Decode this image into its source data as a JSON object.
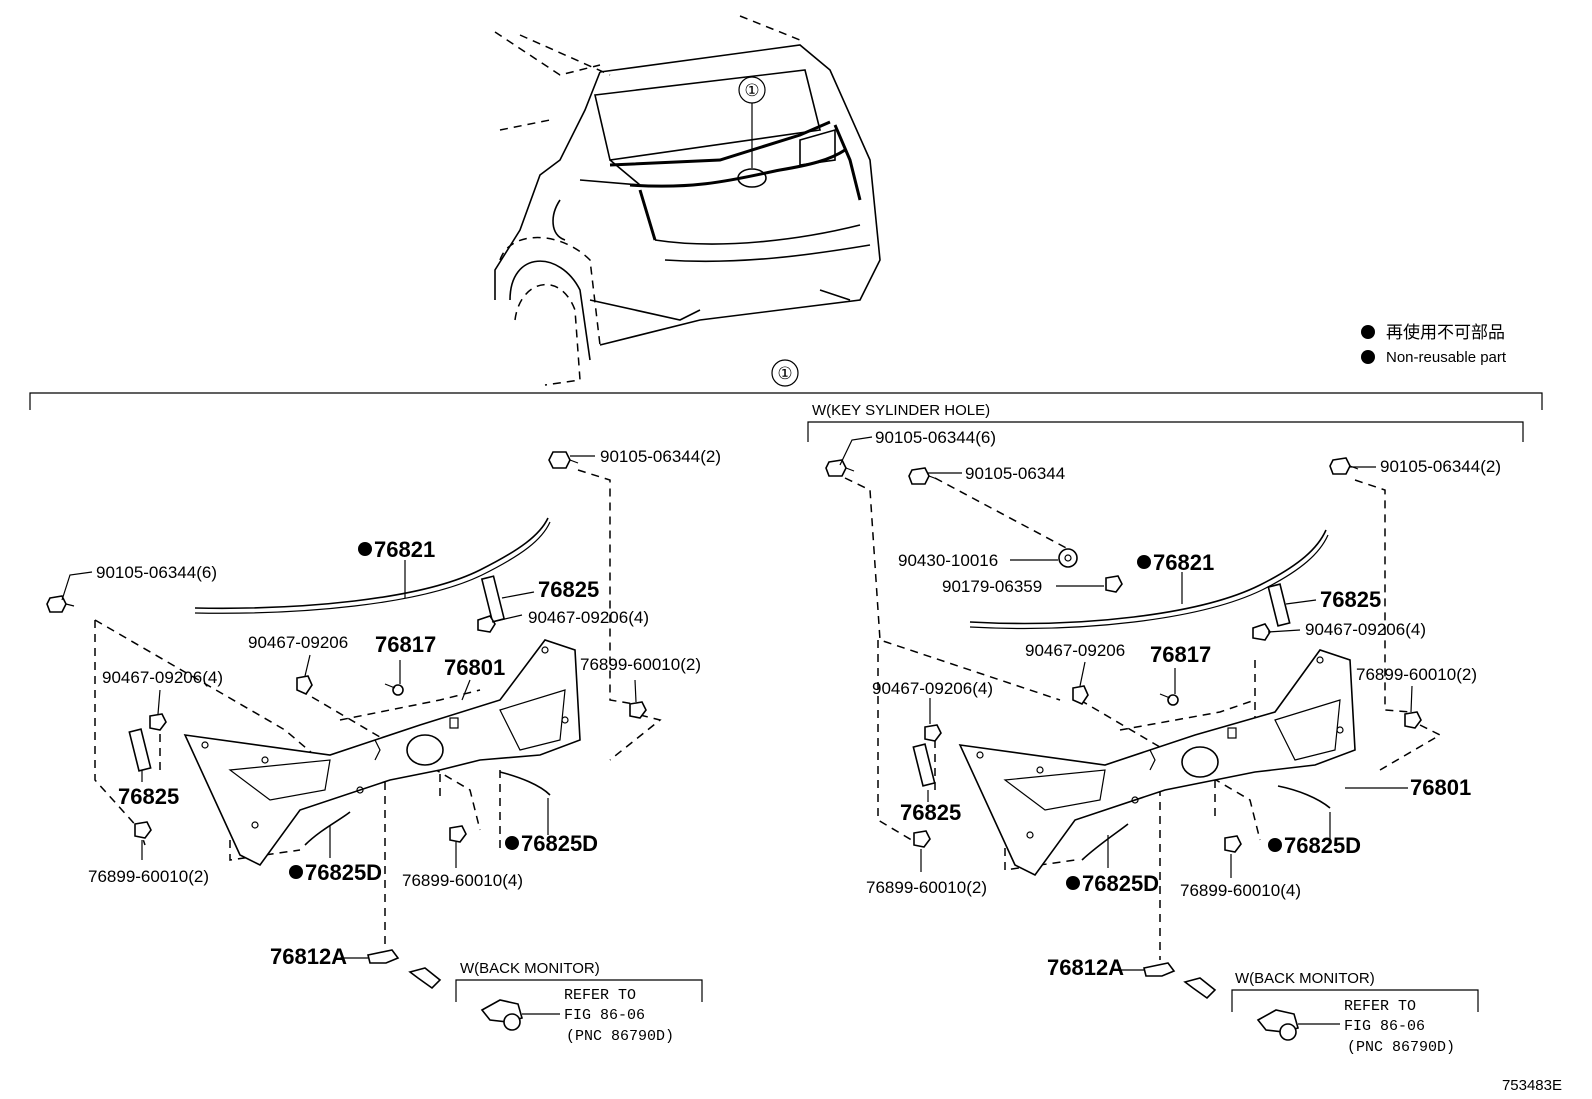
{
  "legend": {
    "items": [
      "再使用不可部品",
      "Non-reusable part"
    ]
  },
  "top": {
    "callout": "①",
    "section_callout": "①"
  },
  "left": {
    "parts": {
      "bolt_top": "90105-06344(2)",
      "bolt_side": "90105-06344(6)",
      "seal_top": "76821",
      "seal_top_nonreusable": true,
      "pad_right": "76825",
      "clip_right": "90467-09206(4)",
      "clip_mid": "90467-09206",
      "screw": "76817",
      "spoiler": "76801",
      "clip_left": "90467-09206(4)",
      "nut_right": "76899-60010(2)",
      "pad_left": "76825",
      "nut_left": "76899-60010(2)",
      "seal_d_left": "76825D",
      "seal_d_right": "76825D",
      "nut_center": "76899-60010(4)",
      "cover": "76812A"
    },
    "back_monitor": {
      "title": "W(BACK MONITOR)",
      "refer_line1": "REFER TO",
      "refer_line2": "FIG 86-06",
      "pnc": "(PNC 86790D)"
    }
  },
  "right": {
    "variant": "W(KEY SYLINDER HOLE)",
    "parts": {
      "bolt_side": "90105-06344(6)",
      "bolt_mid": "90105-06344",
      "bolt_top": "90105-06344(2)",
      "washer": "90430-10016",
      "nut": "90179-06359",
      "seal_top": "76821",
      "pad_right": "76825",
      "clip_right": "90467-09206(4)",
      "clip_mid": "90467-09206",
      "screw": "76817",
      "clip_left": "90467-09206(4)",
      "nut_right": "76899-60010(2)",
      "spoiler": "76801",
      "pad_left": "76825",
      "seal_d_right": "76825D",
      "seal_d_left": "76825D",
      "nut_left": "76899-60010(2)",
      "nut_center": "76899-60010(4)",
      "cover": "76812A"
    },
    "back_monitor": {
      "title": "W(BACK MONITOR)",
      "refer_line1": "REFER TO",
      "refer_line2": "FIG 86-06",
      "pnc": "(PNC 86790D)"
    }
  },
  "figure_id": "753483E"
}
